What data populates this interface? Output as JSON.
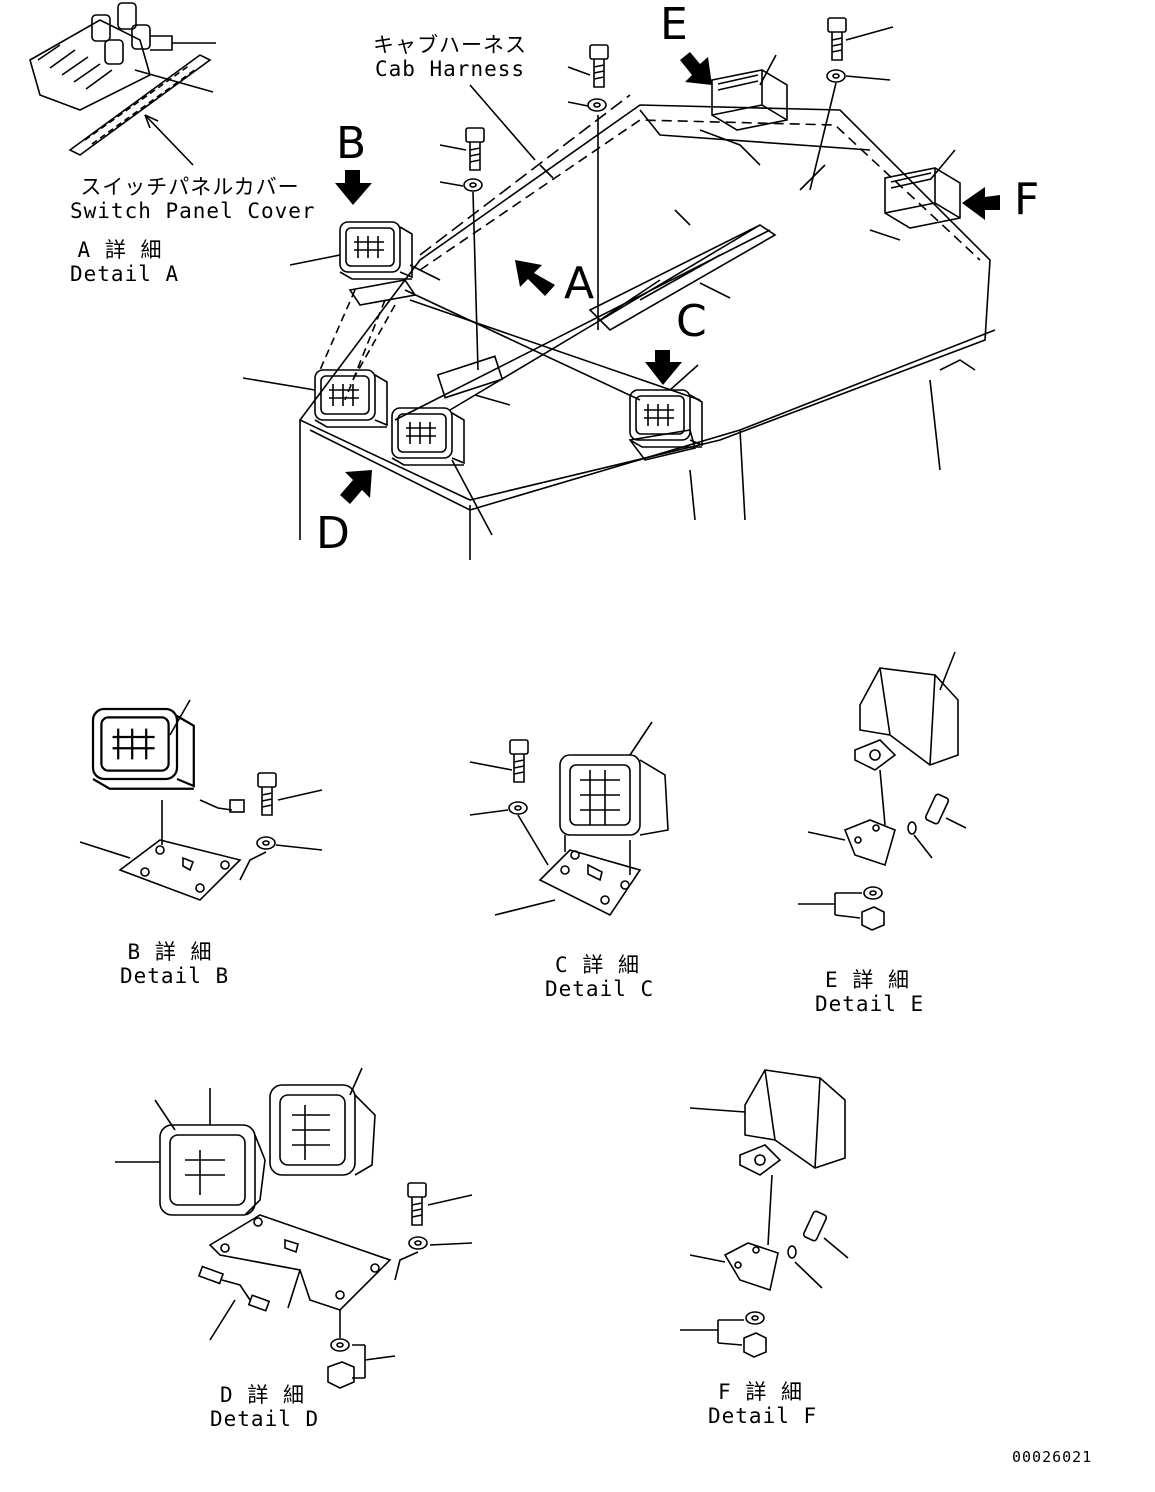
{
  "labels": {
    "cab_harness": {
      "jp": "キャブハーネス",
      "en": "Cab Harness"
    },
    "switch_panel_cover": {
      "jp": "スイッチパネルカバー",
      "en": "Switch Panel Cover"
    },
    "detail_a": {
      "jp": "A 詳 細",
      "en": "Detail A"
    },
    "detail_b": {
      "jp": "B 詳 細",
      "en": "Detail B"
    },
    "detail_c": {
      "jp": "C 詳 細",
      "en": "Detail C"
    },
    "detail_d": {
      "jp": "D 詳 細",
      "en": "Detail D"
    },
    "detail_e": {
      "jp": "E 詳 細",
      "en": "Detail E"
    },
    "detail_f": {
      "jp": "F 詳 細",
      "en": "Detail F"
    }
  },
  "callouts": {
    "a": "A",
    "b": "B",
    "c": "C",
    "d": "D",
    "e": "E",
    "f": "F"
  },
  "document_number": "00026021"
}
